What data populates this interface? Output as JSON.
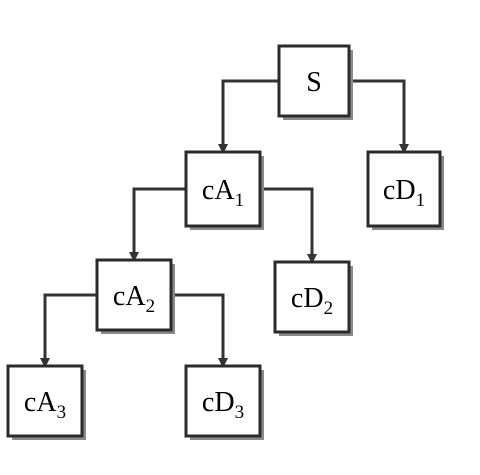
{
  "diagram": {
    "type": "wavelet-decomposition-tree",
    "colors": {
      "box_fill": "#ffffff",
      "box_border": "#2b2b2b",
      "box_shadow": "#8a8a8a",
      "connector": "#333333"
    },
    "nodes": [
      {
        "id": "S",
        "base": "S",
        "sub": ""
      },
      {
        "id": "cA1",
        "base": "cA",
        "sub": "1"
      },
      {
        "id": "cD1",
        "base": "cD",
        "sub": "1"
      },
      {
        "id": "cA2",
        "base": "cA",
        "sub": "2"
      },
      {
        "id": "cD2",
        "base": "cD",
        "sub": "2"
      },
      {
        "id": "cA3",
        "base": "cA",
        "sub": "3"
      },
      {
        "id": "cD3",
        "base": "cD",
        "sub": "3"
      }
    ],
    "edges": [
      {
        "from": "S",
        "to": "cA1"
      },
      {
        "from": "S",
        "to": "cD1"
      },
      {
        "from": "cA1",
        "to": "cA2"
      },
      {
        "from": "cA1",
        "to": "cD2"
      },
      {
        "from": "cA2",
        "to": "cA3"
      },
      {
        "from": "cA2",
        "to": "cD3"
      }
    ]
  }
}
